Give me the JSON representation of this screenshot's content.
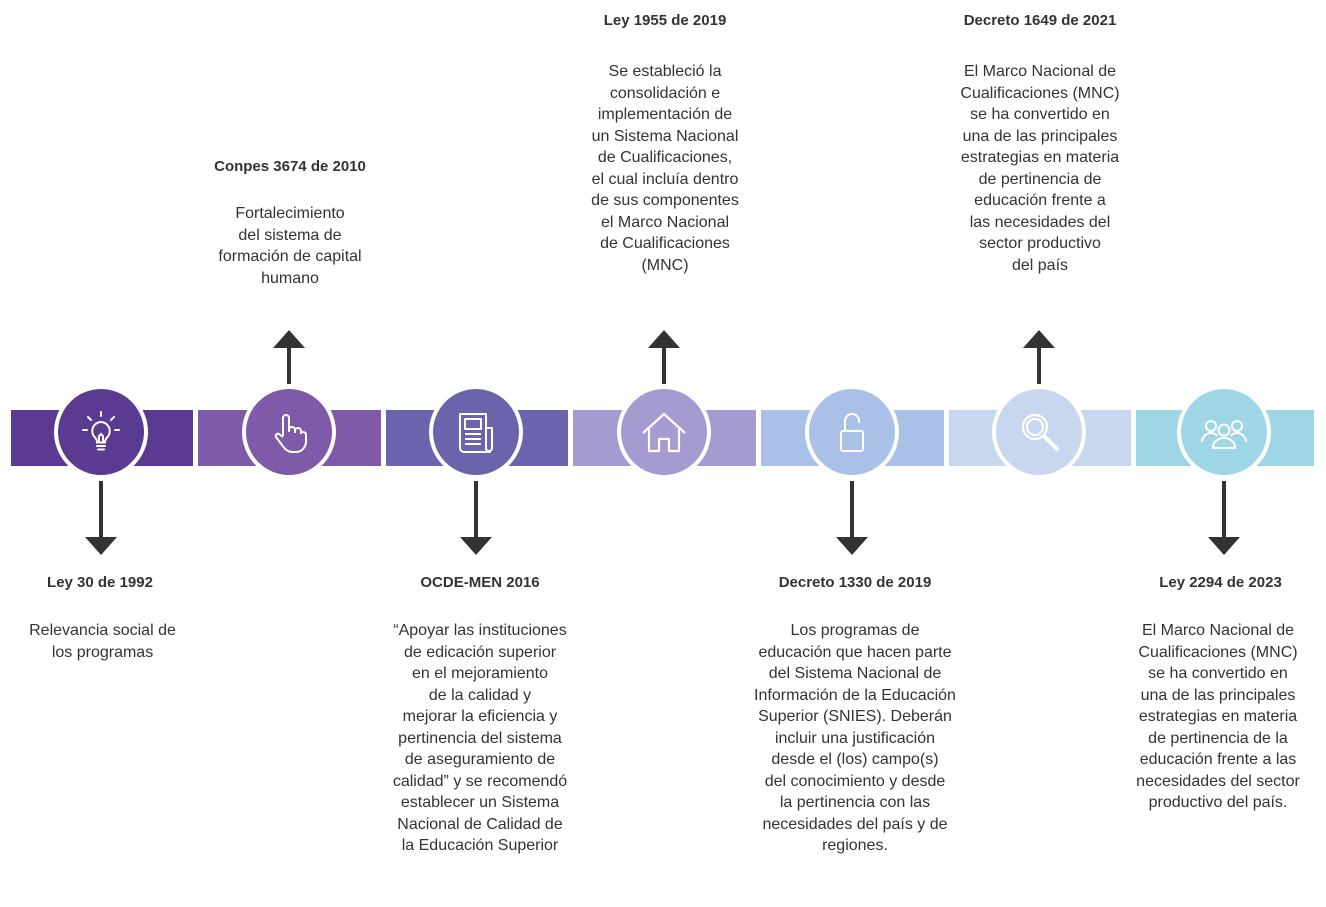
{
  "colors": {
    "purple_dark": "#5b3a91",
    "purple_mid": "#7e5aa8",
    "indigo": "#6b64ad",
    "lavender": "#a69bd1",
    "blue_light": "#a9c1e6",
    "blue_pale": "#c7d7ef",
    "cyan": "#9fd6e6"
  },
  "milestones": [
    {
      "title": "Ley 30 de 1992",
      "icon": "lightbulb-icon",
      "lines": [
        "Relevancia social de",
        "los programas"
      ]
    },
    {
      "title": "Conpes 3674 de 2010",
      "icon": "pointer-hand-icon",
      "lines": [
        "Fortalecimiento",
        "del sistema de",
        "formación de capital",
        "humano"
      ]
    },
    {
      "title": "OCDE-MEN 2016",
      "icon": "newspaper-icon",
      "lines": [
        "“Apoyar las instituciones",
        "de edicación superior",
        "en el mejoramiento",
        "de la calidad y",
        "mejorar la eficiencia  y",
        "pertinencia del sistema",
        "de aseguramiento de",
        "calidad” y se recomendó",
        "establecer un Sistema",
        "Nacional de Calidad de",
        "la Educación Superior"
      ]
    },
    {
      "title": "Ley 1955 de 2019",
      "icon": "home-icon",
      "lines": [
        "Se estableció la",
        "consolidación e",
        "implementación de",
        "un Sistema Nacional",
        "de Cualificaciones,",
        "el cual incluía dentro",
        "de sus componentes",
        "el Marco Nacional",
        "de Cualificaciones",
        "(MNC)"
      ]
    },
    {
      "title": "Decreto 1330 de 2019",
      "icon": "unlock-icon",
      "lines": [
        "Los programas de",
        "educación que hacen parte",
        "del Sistema Nacional de",
        "Información de la Educación",
        "Superior (SNIES). Deberán",
        "incluir una justificación",
        "desde el (los) campo(s)",
        "del conocimiento y desde",
        "la pertinencia con las",
        "necesidades del país y de",
        "regiones."
      ]
    },
    {
      "title": "Decreto 1649 de 2021",
      "icon": "magnifier-icon",
      "lines": [
        "El Marco Nacional de",
        "Cualificaciones (MNC)",
        "se ha convertido en",
        "una de las principales",
        "estrategias en materia",
        "de pertinencia de",
        "educación frente a",
        "las necesidades del",
        "sector productivo",
        "del país"
      ]
    },
    {
      "title": "Ley 2294 de 2023",
      "icon": "people-group-icon",
      "lines": [
        "El Marco Nacional de",
        "Cualificaciones (MNC)",
        "se ha convertido en",
        "una de las principales",
        "estrategias en materia",
        "de pertinencia de la",
        "educación frente a las",
        "necesidades del sector",
        "productivo del país."
      ]
    }
  ]
}
